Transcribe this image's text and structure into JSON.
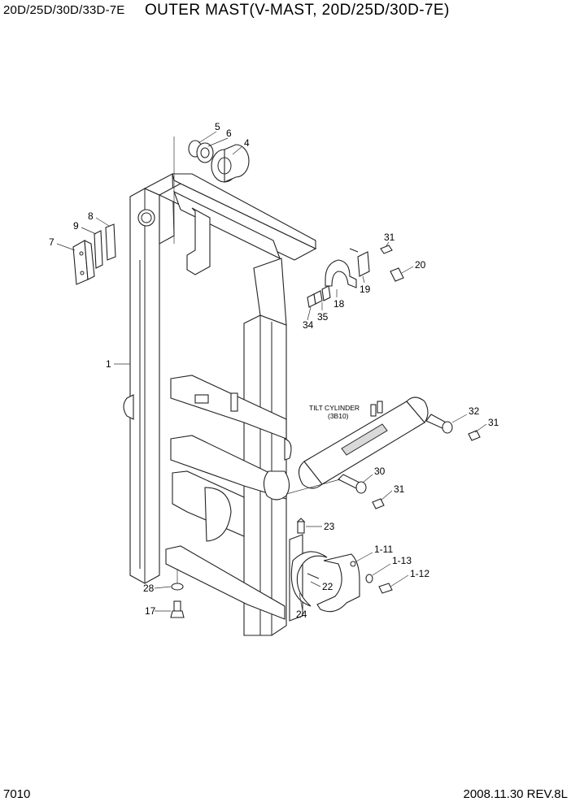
{
  "header": {
    "model": "20D/25D/30D/33D-7E",
    "title": "OUTER MAST(V-MAST, 20D/25D/30D-7E)"
  },
  "footer": {
    "page_number": "7010",
    "revision": "2008.11.30  REV.8L"
  },
  "annotations": {
    "tilt_cylinder": "TILT CYLINDER",
    "tilt_cylinder_ref": "(3B10)"
  },
  "callouts": [
    "5",
    "6",
    "4",
    "8",
    "9",
    "7",
    "1",
    "31",
    "20",
    "19",
    "18",
    "35",
    "34",
    "32",
    "31",
    "30",
    "31",
    "23",
    "1-11",
    "1-13",
    "1-12",
    "22",
    "24",
    "28",
    "17"
  ]
}
